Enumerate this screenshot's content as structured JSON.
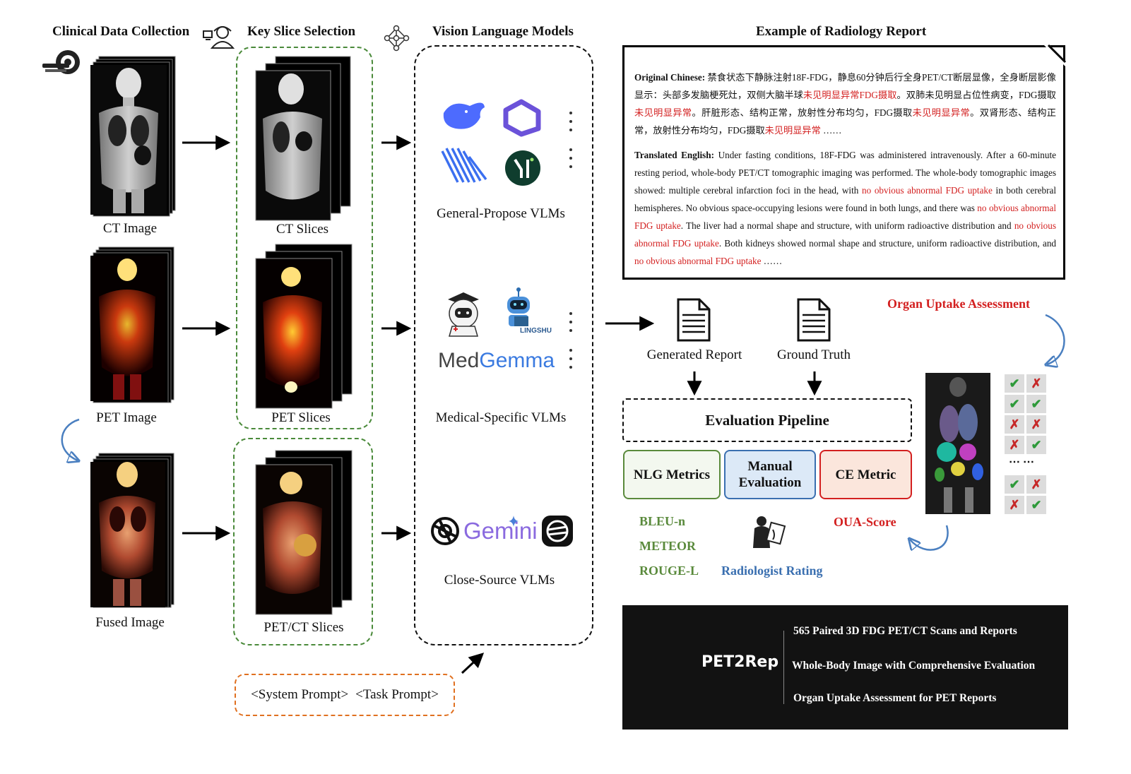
{
  "sections": {
    "clinical": "Clinical Data Collection",
    "key_slice": "Key Slice Selection",
    "vlm": "Vision Language Models",
    "report_example": "Example of Radiology Report"
  },
  "images": {
    "ct": "CT Image",
    "pet": "PET Image",
    "fused": "Fused Image"
  },
  "slices": {
    "ct": "CT Slices",
    "pet": "PET Slices",
    "petct": "PET/CT Slices"
  },
  "vlm_groups": {
    "general": "General-Propose VLMs",
    "medical": "Medical-Specific VLMs",
    "closed": "Close-Source VLMs",
    "medgemma_med": "Med",
    "medgemma_gemma": "Gemma",
    "lingshu": "LINGSHU",
    "gemini": "Gemini"
  },
  "prompt": {
    "system": "<System Prompt>",
    "task": "<Task Prompt>"
  },
  "report": {
    "cn_label": "Original Chinese:",
    "cn_1": " 禁食状态下静脉注射18F-FDG，静息60分钟后行全身PET/CT断层显像，全身断层影像显示：头部多发脑梗死灶，双侧大脑半球",
    "cn_red_1": "未见明显异常FDG摄取",
    "cn_2": "。双肺未见明显占位性病变，FDG摄取",
    "cn_red_2": "未见明显异常",
    "cn_3": "。肝脏形态、结构正常，放射性分布均匀，FDG摄取",
    "cn_red_3": "未见明显异常",
    "cn_4": "。双肾形态、结构正常，放射性分布均匀，FDG摄取",
    "cn_red_4": "未见明显异常",
    "cn_5": " ……",
    "en_label": "Translated English:",
    "en_1": " Under fasting conditions, 18F-FDG was administered intravenously. After a 60-minute resting period, whole-body PET/CT tomographic imaging was performed. The whole-body tomographic images showed: multiple cerebral infarction foci in the head, with ",
    "en_red_1": "no obvious abnormal FDG uptake",
    "en_2": " in both cerebral hemispheres. No obvious space-occupying lesions were found in both lungs, and there was ",
    "en_red_2": "no obvious abnormal FDG uptake",
    "en_3": ". The liver had a normal shape and structure, with uniform radioactive distribution and ",
    "en_red_3": "no obvious abnormal FDG uptake",
    "en_4": ". Both kidneys showed normal shape and structure, uniform radioactive distribution, and ",
    "en_red_4": "no obvious abnormal FDG uptake",
    "en_5": " ……"
  },
  "eval": {
    "generated": "Generated Report",
    "ground_truth": "Ground Truth",
    "organ_uptake": "Organ Uptake Assessment",
    "pipeline": "Evaluation Pipeline",
    "nlg": "NLG Metrics",
    "manual_1": "Manual",
    "manual_2": "Evaluation",
    "ce": "CE Metric",
    "bleu": "BLEU-n",
    "meteor": "METEOR",
    "rouge": "ROUGE-L",
    "radiologist": "Radiologist Rating",
    "oua": "OUA-Score",
    "grid_dots": "⋯  ⋯"
  },
  "grid": [
    [
      "ok",
      "no"
    ],
    [
      "ok",
      "ok"
    ],
    [
      "no",
      "no"
    ],
    [
      "no",
      "ok"
    ],
    [
      "ok",
      "no"
    ],
    [
      "no",
      "ok"
    ]
  ],
  "banner": {
    "name": "PET2Rep",
    "line1": "565 Paired 3D FDG PET/CT Scans and Reports",
    "line2": "Whole-Body Image with Comprehensive Evaluation",
    "line3": "Organ Uptake Assessment for PET Reports"
  },
  "colors": {
    "green_dash": "#4a8a3a",
    "orange_dash": "#e07020",
    "red": "#d32020",
    "nlg_green": "#5a8a3c",
    "manual_blue": "#3a6fb0",
    "ce_red": "#d32020",
    "arrow_blue": "#4a7fc0"
  }
}
